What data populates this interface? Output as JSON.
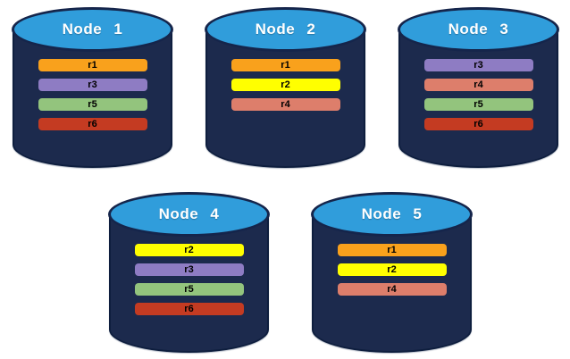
{
  "diagram": {
    "description": "Database cluster nodes with replica placement",
    "nodes": [
      {
        "label": "Node 1",
        "replicas": [
          "r1",
          "r3",
          "r5",
          "r6"
        ]
      },
      {
        "label": "Node 2",
        "replicas": [
          "r1",
          "r2",
          "r4"
        ]
      },
      {
        "label": "Node 3",
        "replicas": [
          "r3",
          "r4",
          "r5",
          "r6"
        ]
      },
      {
        "label": "Node 4",
        "replicas": [
          "r2",
          "r3",
          "r5",
          "r6"
        ]
      },
      {
        "label": "Node 5",
        "replicas": [
          "r1",
          "r2",
          "r4"
        ]
      }
    ],
    "replica_colors": {
      "r1": "#F9A11C",
      "r2": "#FFFF00",
      "r3": "#8E7CC3",
      "r4": "#DD7E6B",
      "r5": "#93C47D",
      "r6": "#C43B22"
    },
    "colors": {
      "background": "#FFFFFF",
      "cylinder_body": "#1C2A4D",
      "cylinder_outline": "#0E1E3E",
      "cylinder_top_outline": "#15254B",
      "cylinder_top": "#309DDB",
      "label_text": "#FFFFFF",
      "bar_text": "#000000"
    }
  }
}
